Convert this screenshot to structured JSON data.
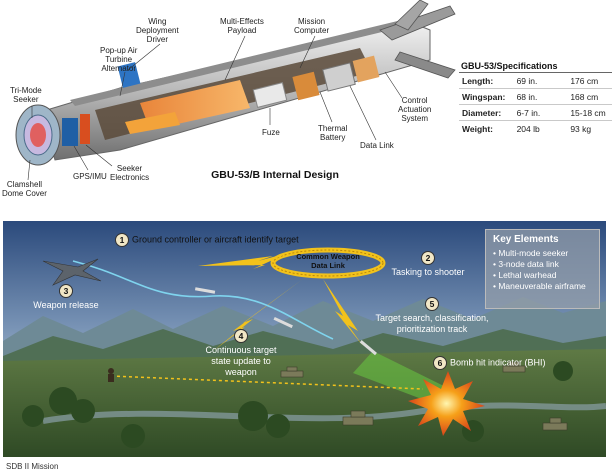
{
  "design": {
    "title": "GBU-53/B Internal Design",
    "labels": {
      "tri_mode_seeker": "Tri-Mode\nSeeker",
      "clamshell_dome_cover": "Clamshell\nDome Cover",
      "gps_imu": "GPS/IMU",
      "seeker_electronics": "Seeker\nElectronics",
      "popup_air_turbine": "Pop-up Air\nTurbine\nAlternator",
      "wing_deployment_driver": "Wing\nDeployment\nDriver",
      "multi_effects_payload": "Multi-Effects\nPayload",
      "mission_computer": "Mission\nComputer",
      "fuze": "Fuze",
      "thermal_battery": "Thermal\nBattery",
      "data_link": "Data Link",
      "control_actuation_system": "Control\nActuation\nSystem"
    }
  },
  "specs": {
    "title": "GBU-53/Specifications",
    "rows": [
      {
        "name": "Length:",
        "imperial": "69 in.",
        "metric": "176 cm"
      },
      {
        "name": "Wingspan:",
        "imperial": "68 in.",
        "metric": "168 cm"
      },
      {
        "name": "Diameter:",
        "imperial": "6-7 in.",
        "metric": "15-18 cm"
      },
      {
        "name": "Weight:",
        "imperial": "204 lb",
        "metric": "93 kg"
      }
    ]
  },
  "mission": {
    "data_link_ring": "Common Weapon\nData Link",
    "steps": [
      {
        "num": "1",
        "text": "Ground controller or aircraft identify target"
      },
      {
        "num": "2",
        "text": "Tasking to shooter"
      },
      {
        "num": "3",
        "text": "Weapon release"
      },
      {
        "num": "4",
        "text": "Continuous target\nstate update to\nweapon"
      },
      {
        "num": "5",
        "text": "Target search, classification,\nprioritization track"
      },
      {
        "num": "6",
        "text": "Bomb hit indicator (BHI)"
      }
    ],
    "key_elements": {
      "title": "Key Elements",
      "items": [
        "Multi-mode seeker",
        "3-node data link",
        "Lethal warhead",
        "Maneuverable airframe"
      ]
    }
  },
  "caption": "SDB II Mission",
  "colors": {
    "sky_top": "#2b4a7c",
    "ground": "#3d5a2e",
    "ring": "#f2c21b",
    "sensor_beam": "#67c241",
    "explosion": "#f6a019"
  }
}
